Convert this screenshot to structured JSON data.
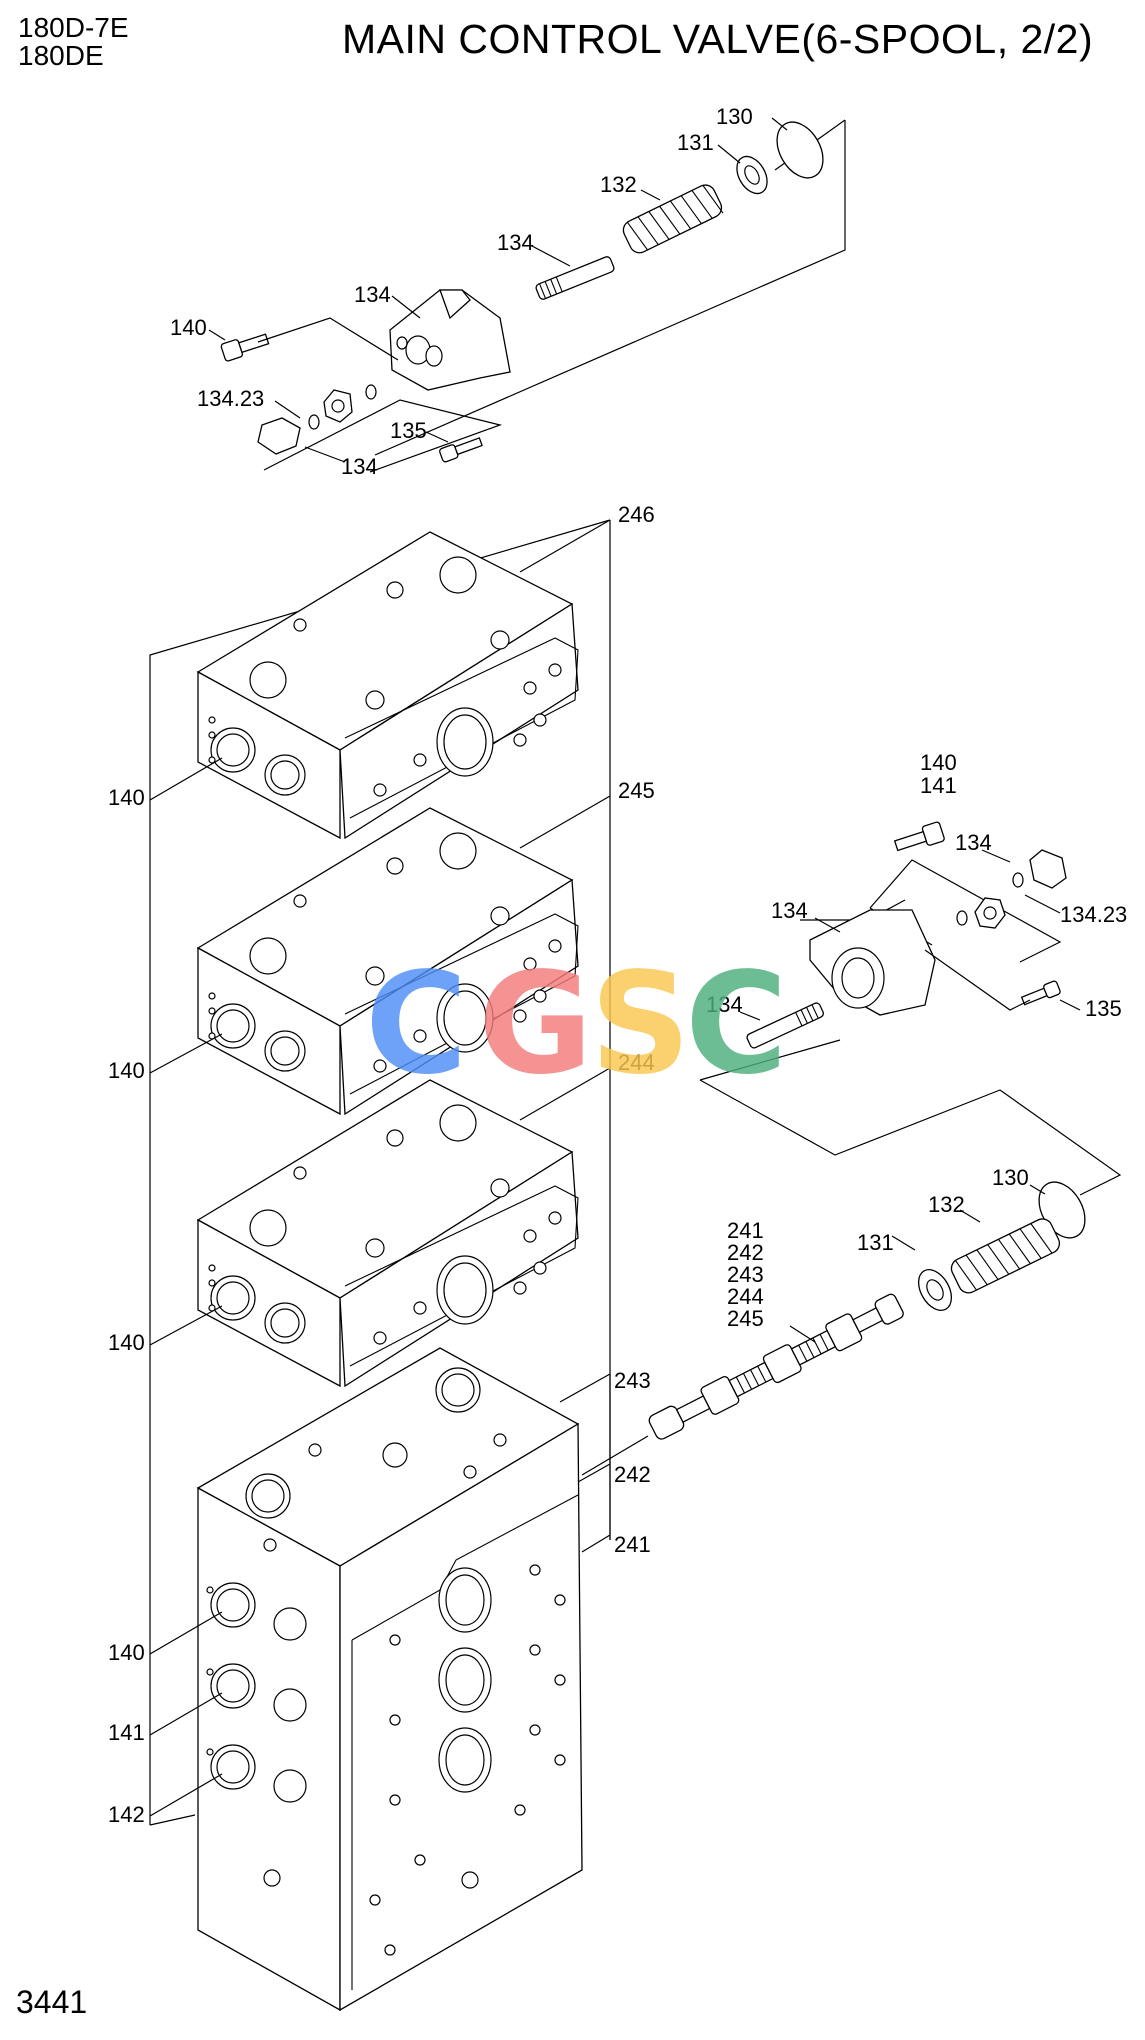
{
  "header": {
    "model_line1": "180D-7E",
    "model_line2": "180DE",
    "title": "MAIN CONTROL VALVE(6-SPOOL, 2/2)"
  },
  "page_number": "3441",
  "watermark": {
    "letters": [
      "C",
      "G",
      "S",
      "C"
    ],
    "colors": [
      "#4f8ef7",
      "#f47c7c",
      "#f9c74f",
      "#4caf7d"
    ]
  },
  "callouts": {
    "upper_assembly": [
      "130",
      "131",
      "132",
      "134",
      "134",
      "140",
      "134.23",
      "135",
      "134"
    ],
    "block_sections": [
      "246",
      "245",
      "244",
      "243",
      "242",
      "241"
    ],
    "block_ports": [
      "140",
      "140",
      "140",
      "140",
      "141",
      "142"
    ],
    "right_assembly": [
      "140",
      "141",
      "134",
      "134",
      "134.23",
      "134",
      "135"
    ],
    "spool_assembly": [
      "130",
      "132",
      "131",
      "241",
      "242",
      "243",
      "244",
      "245"
    ]
  }
}
